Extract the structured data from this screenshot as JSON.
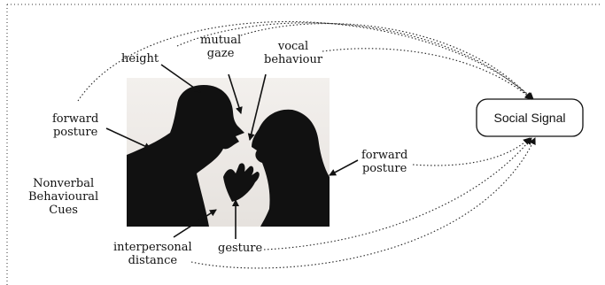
{
  "labels": {
    "height": "height",
    "mutual_gaze": "mutual\ngaze",
    "vocal_behaviour": "vocal\nbehaviour",
    "forward_posture_left": "forward\nposture",
    "forward_posture_right": "forward\nposture",
    "nonverbal_cues": "Nonverbal\nBehavioural\nCues",
    "interpersonal_distance": "interpersonal\ndistance",
    "gesture": "gesture"
  },
  "social_signal": "Social Signal",
  "image": {
    "description_icon": "silhouette-photo-icon"
  }
}
